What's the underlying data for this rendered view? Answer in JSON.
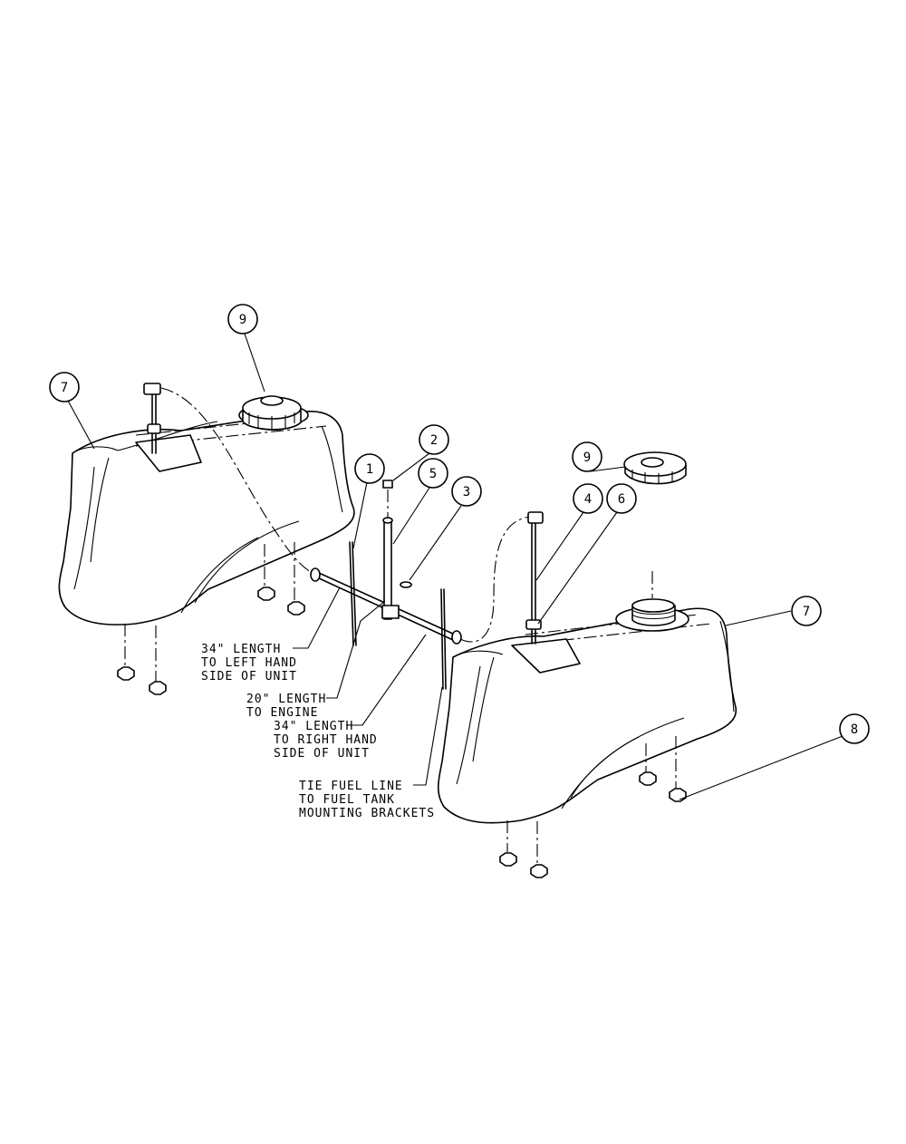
{
  "callouts": {
    "c1": "1",
    "c2": "2",
    "c3": "3",
    "c4": "4",
    "c5": "5",
    "c6": "6",
    "c7_left": "7",
    "c7_right": "7",
    "c8": "8",
    "c9_left": "9",
    "c9_right": "9"
  },
  "notes": {
    "left_line": [
      "34\" LENGTH",
      "TO LEFT HAND",
      "SIDE OF UNIT"
    ],
    "engine_line": [
      "20\" LENGTH",
      "TO ENGINE"
    ],
    "right_line": [
      "34\" LENGTH",
      "TO RIGHT HAND",
      "SIDE OF UNIT"
    ],
    "tie": [
      "TIE FUEL LINE",
      "TO FUEL TANK",
      "MOUNTING BRACKETS"
    ]
  }
}
